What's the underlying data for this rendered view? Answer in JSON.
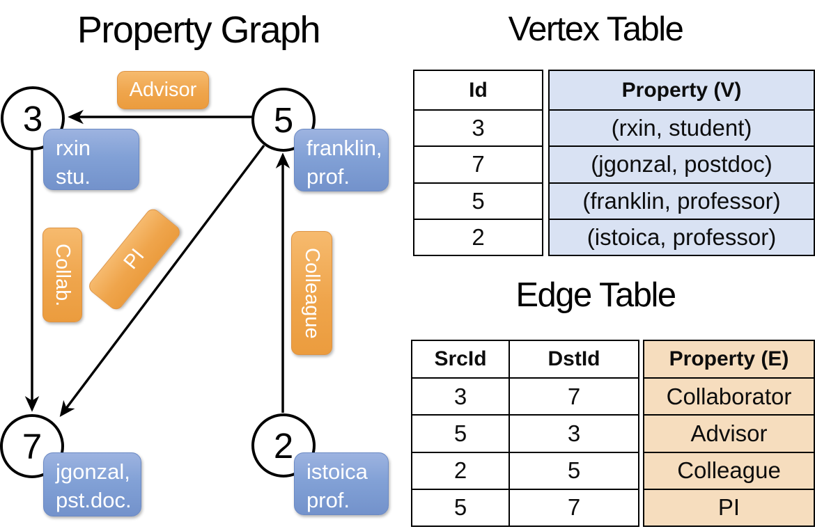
{
  "graph": {
    "title": "Property Graph",
    "nodes": [
      {
        "id": "3",
        "property": [
          "rxin",
          "stu."
        ]
      },
      {
        "id": "5",
        "property": [
          "franklin,",
          "prof."
        ]
      },
      {
        "id": "7",
        "property": [
          "jgonzal,",
          "pst.doc."
        ]
      },
      {
        "id": "2",
        "property": [
          "istoica",
          "prof."
        ]
      }
    ],
    "edge_labels": [
      {
        "label": "Advisor",
        "src": "5",
        "dst": "3"
      },
      {
        "label": "Collab.",
        "src": "3",
        "dst": "7"
      },
      {
        "label": "PI",
        "src": "5",
        "dst": "7"
      },
      {
        "label": "Colleague",
        "src": "2",
        "dst": "5"
      }
    ]
  },
  "vertex_table": {
    "title": "Vertex Table",
    "headers": [
      "Id",
      "Property (V)"
    ],
    "rows": [
      [
        "3",
        "(rxin, student)"
      ],
      [
        "7",
        "(jgonzal, postdoc)"
      ],
      [
        "5",
        "(franklin, professor)"
      ],
      [
        "2",
        "(istoica, professor)"
      ]
    ]
  },
  "edge_table": {
    "title": "Edge Table",
    "headers": [
      "SrcId",
      "DstId",
      "Property (E)"
    ],
    "rows": [
      [
        "3",
        "7",
        "Collaborator"
      ],
      [
        "5",
        "3",
        "Advisor"
      ],
      [
        "2",
        "5",
        "Colleague"
      ],
      [
        "5",
        "7",
        "PI"
      ]
    ]
  },
  "colors": {
    "edge_label_orange": "#EFA54C",
    "node_property_blue": "#82A1D6",
    "vertex_table_cell_blue": "#D9E2F3",
    "edge_table_cell_orange": "#F6DDBE",
    "line_black": "#000000"
  }
}
